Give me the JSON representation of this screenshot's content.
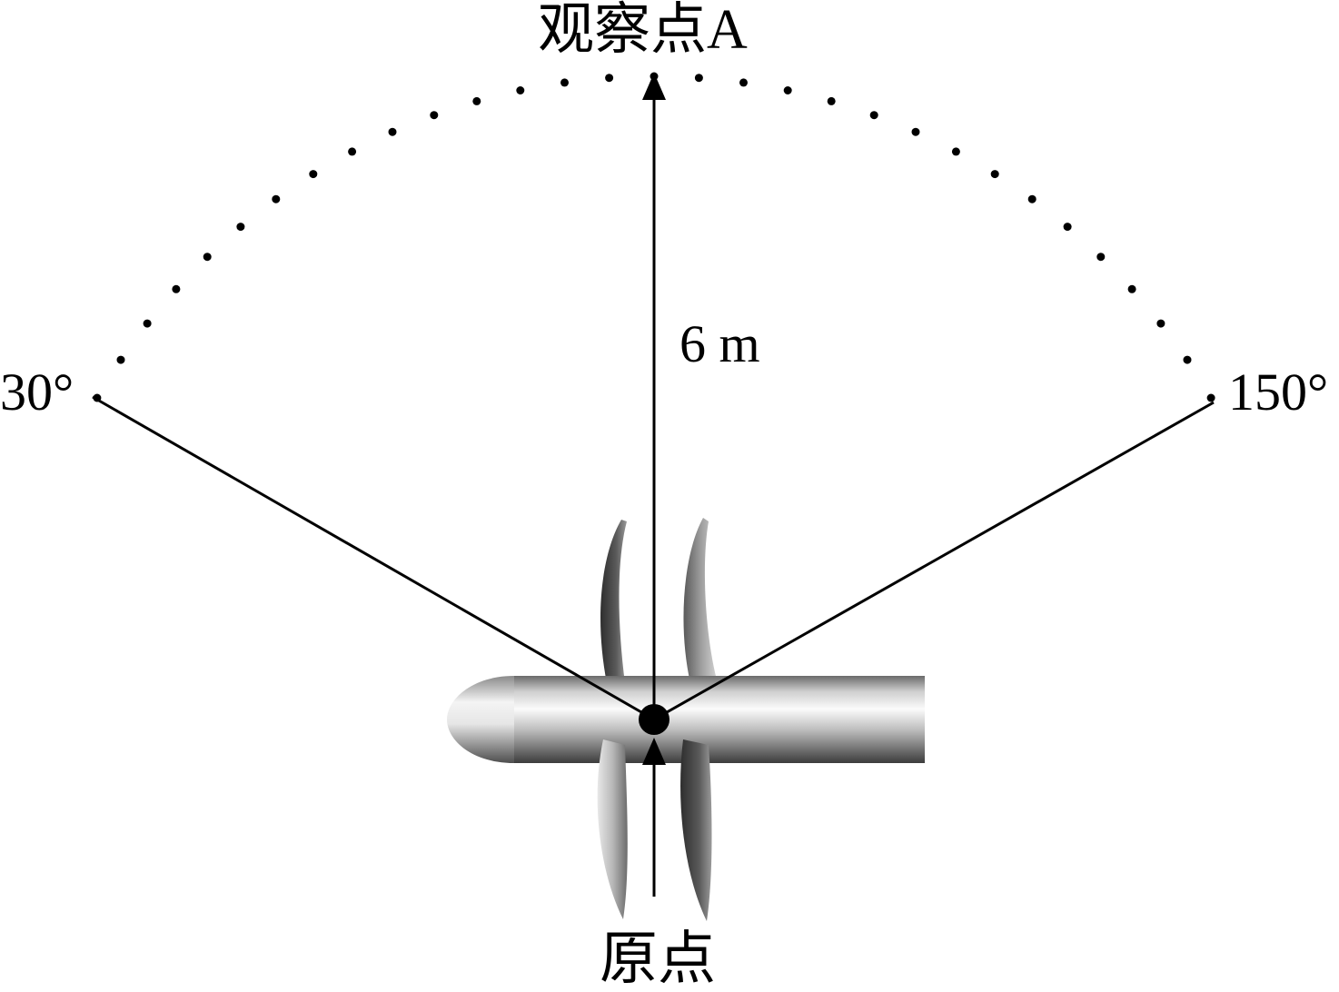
{
  "labels": {
    "observation_point": "观察点A",
    "distance": "6 m",
    "start_angle": "30°",
    "end_angle": "150°",
    "origin": "原点"
  },
  "geometry_values": {
    "radius_m": 6,
    "sweep_start_deg": 30,
    "sweep_end_deg": 150
  },
  "icons": {
    "propeller": "propeller-turbine-icon",
    "origin_marker": "filled-circle"
  },
  "colors": {
    "line": "#000000",
    "background": "#ffffff",
    "body_light": "#f2f2f2",
    "body_dark": "#4a4a4a"
  }
}
